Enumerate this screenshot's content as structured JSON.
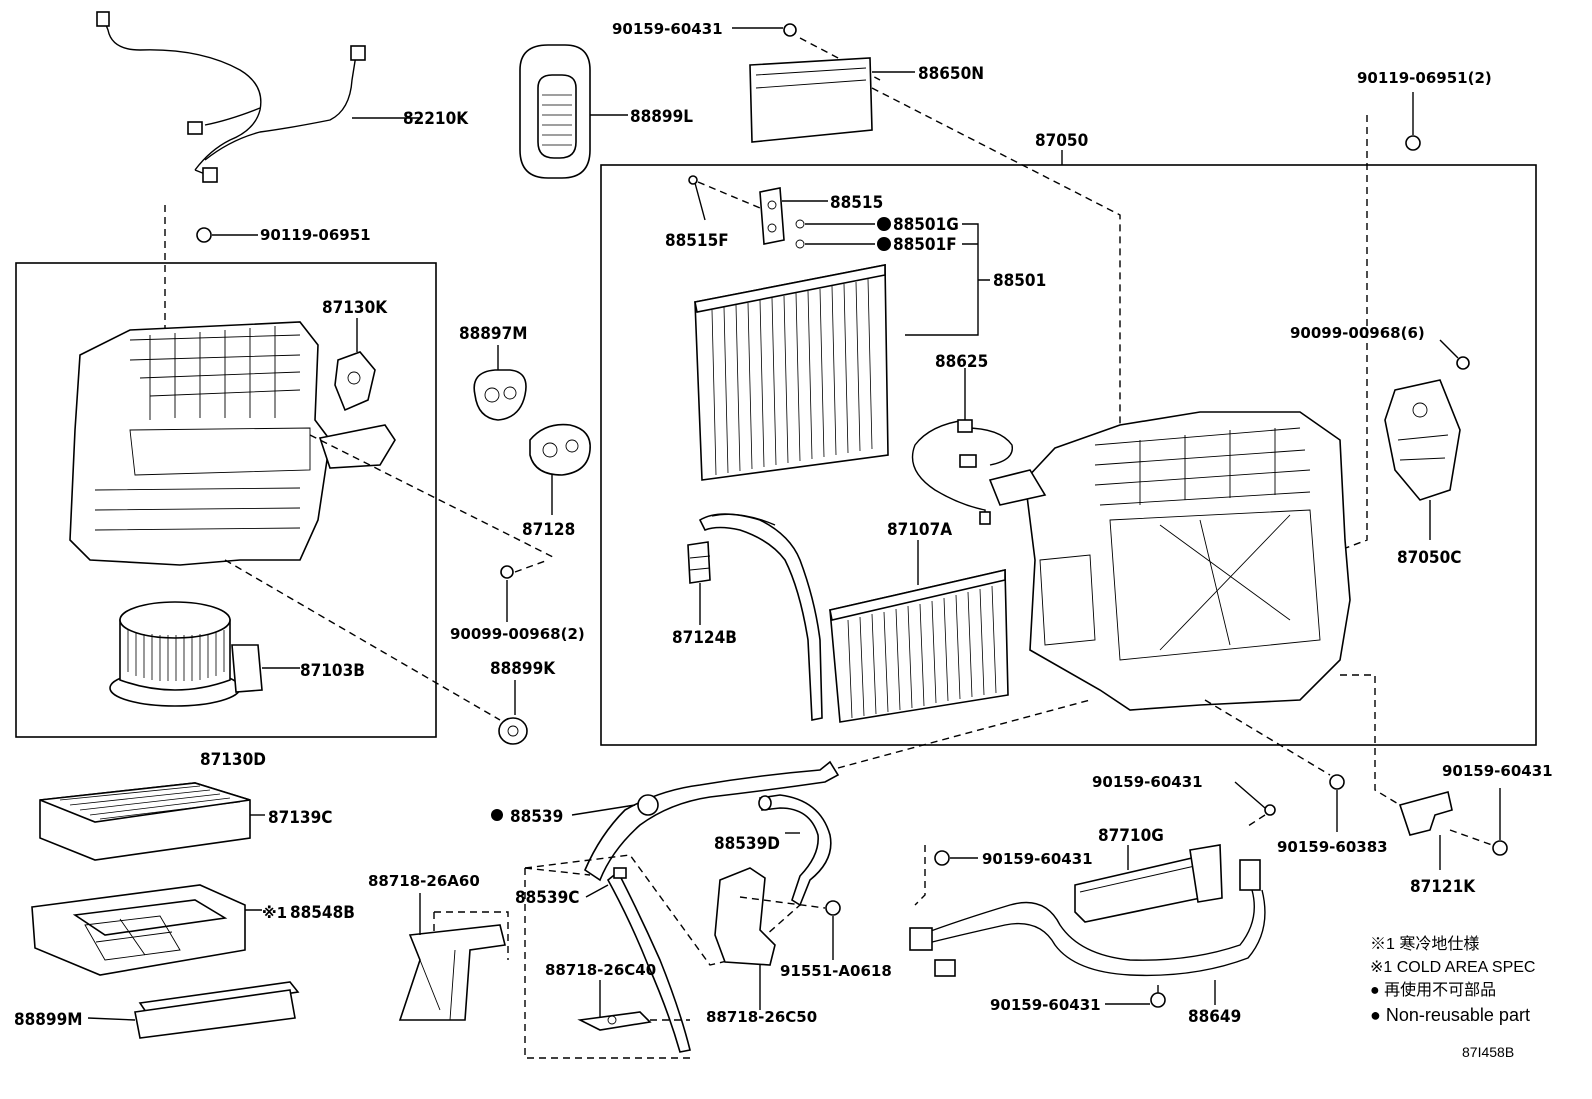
{
  "labels": {
    "p82210K": "82210K",
    "p90119_06951": "90119-06951",
    "p87130K": "87130K",
    "p87103B": "87103B",
    "p87130D": "87130D",
    "p88897M": "88897M",
    "p87128": "87128",
    "p90099_00968_2": "90099-00968(2)",
    "p88899K": "88899K",
    "p88899L": "88899L",
    "p90159_60431_top": "90159-60431",
    "p88650N": "88650N",
    "p87050": "87050",
    "p90119_06951_2": "90119-06951(2)",
    "p88515": "88515",
    "p88515F": "88515F",
    "p88501G": "88501G",
    "p88501F": "88501F",
    "p88501": "88501",
    "p88625": "88625",
    "p87107A": "87107A",
    "p87124B": "87124B",
    "p90099_00968_6": "90099-00968(6)",
    "p87050C": "87050C",
    "p87139C": "87139C",
    "p88548B": "88548B",
    "p88548B_mark": "※1",
    "p88899M": "88899M",
    "p88539": "88539",
    "p88539D": "88539D",
    "p88539C": "88539C",
    "p88718_26A60": "88718-26A60",
    "p88718_26C40": "88718-26C40",
    "p88718_26C50": "88718-26C50",
    "p91551_A0618": "91551-A0618",
    "p90159_60431_mid": "90159-60431",
    "p87710G": "87710G",
    "p90159_60431_left": "90159-60431",
    "p90159_60431_bottom": "90159-60431",
    "p88649": "88649",
    "p90159_60383": "90159-60383",
    "p90159_60431_right": "90159-60431",
    "p87121K": "87121K"
  },
  "legend": {
    "line1": "※1 寒冷地仕様",
    "line2": "※1 COLD AREA SPEC",
    "line3": "● 再使用不可部品",
    "line4": "● Non-reusable part"
  },
  "diagram_code": "87I458B"
}
